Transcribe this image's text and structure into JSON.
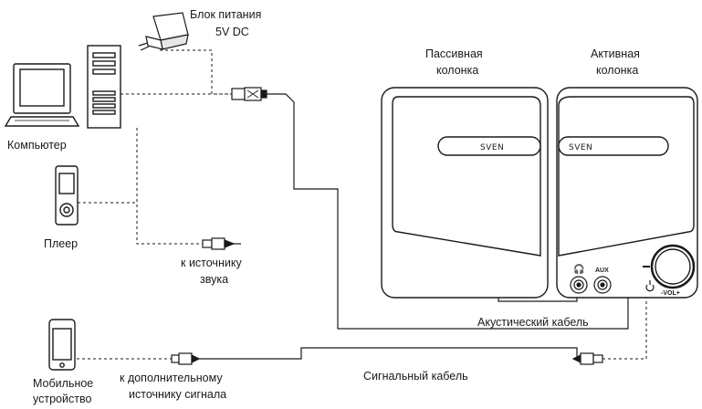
{
  "labels": {
    "power_supply_line1": "Блок питания",
    "power_supply_line2": "5V DC",
    "passive_line1": "Пассивная",
    "passive_line2": "колонка",
    "active_line1": "Активная",
    "active_line2": "колонка",
    "computer": "Компьютер",
    "player": "Плеер",
    "sound_source_line1": "к источнику",
    "sound_source_line2": "звука",
    "acoustic_cable": "Акустический кабель",
    "signal_cable": "Сигнальный кабель",
    "mobile_line1": "Мобильное",
    "mobile_line2": "устройство",
    "extra_source_line1": "к дополнительному",
    "extra_source_line2": "источнику сигнала",
    "brand_left": "SVEN",
    "brand_right": "SVEN",
    "aux_label": "AUX",
    "volume_label": "-VOL+"
  },
  "colors": {
    "line": "#1a1a1a",
    "fill": "#ffffff",
    "shade": "#d9d9d9"
  }
}
